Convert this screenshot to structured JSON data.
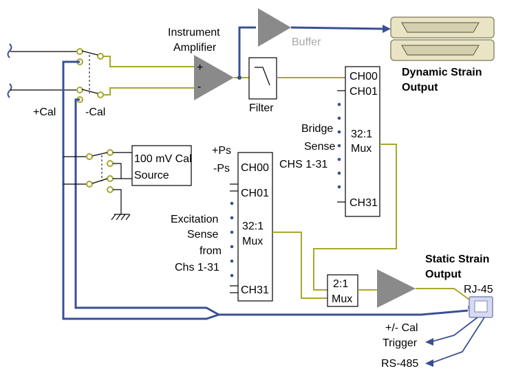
{
  "labels": {
    "instrument_amplifier_1": "Instrument",
    "instrument_amplifier_2": "Amplifier",
    "plus": "+",
    "minus": "-",
    "buffer": "Buffer",
    "filter": "Filter",
    "dynamic_output_1": "Dynamic Strain",
    "dynamic_output_2": "Output",
    "plus_cal": "+Cal",
    "minus_cal": "-Cal",
    "cal_source_1": "100 mV Cal",
    "cal_source_2": "Source",
    "plus_ps": "+Ps",
    "minus_ps": "-Ps",
    "static_output_1": "Static Strain",
    "static_output_2": "Output",
    "rj45": "RJ-45",
    "cal_trigger_1": "+/- Cal",
    "cal_trigger_2": "Trigger",
    "rs485": "RS-485"
  },
  "bridge_mux": {
    "ch_top": "CH00",
    "ch_second": "CH01",
    "ratio_1": "32:1",
    "ratio_2": "Mux",
    "ch_last": "CH31",
    "side_1": "Bridge",
    "side_2": "Sense",
    "side_3": "CHS 1-31"
  },
  "excitation_mux": {
    "ch_top": "CH00",
    "ch_second": "CH01",
    "ratio_1": "32:1",
    "ratio_2": "Mux",
    "ch_last": "CH31",
    "side_1": "Excitation",
    "side_2": "Sense",
    "side_3": "from",
    "side_4": "Chs 1-31"
  },
  "output_mux": {
    "ratio_1": "2:1",
    "ratio_2": "Mux"
  },
  "colors": {
    "analog_wire": "#a7a72a",
    "digital_wire": "#384f93",
    "amplifier_fill": "#8a8a8a",
    "connector_fill": "#e8e4c4"
  }
}
